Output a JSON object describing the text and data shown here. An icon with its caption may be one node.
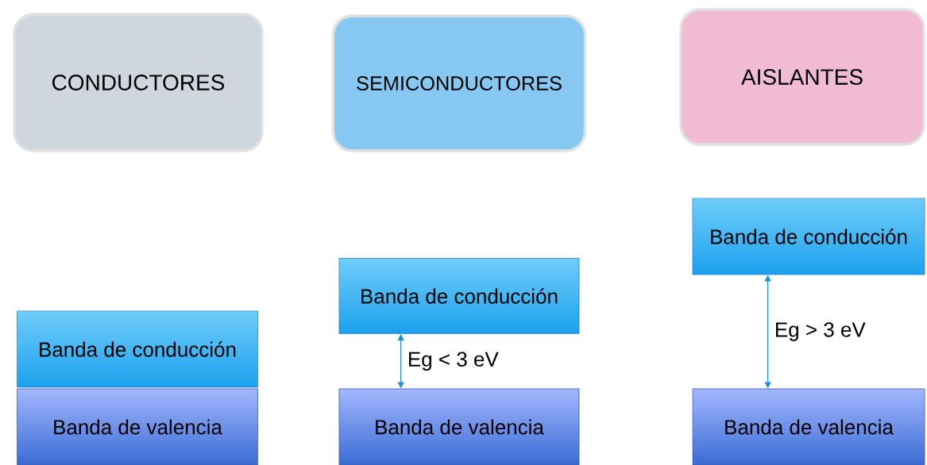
{
  "diagram": {
    "nodes": [
      {
        "text": [
          "CONDUCTORES"
        ]
      },
      {
        "text": [
          "SEMICONDUCTORES"
        ]
      },
      {
        "text": [
          "AISLANTES"
        ]
      },
      {
        "text": [
          "Banda de conducción"
        ]
      },
      {
        "text": [
          "Banda de valencia"
        ]
      },
      {
        "text": [
          "Banda de conducción"
        ]
      },
      {
        "text": [
          "Banda de valencia"
        ]
      },
      {
        "text": [
          "Banda de conducción"
        ]
      },
      {
        "text": [
          "Banda de valencia"
        ]
      }
    ],
    "edges": [
      {
        "from": 5,
        "to": 6,
        "arrow": "both",
        "label": "Eg < 3 eV"
      },
      {
        "from": 7,
        "to": 8,
        "arrow": "both",
        "label": "Eg > 3 eV"
      }
    ]
  }
}
